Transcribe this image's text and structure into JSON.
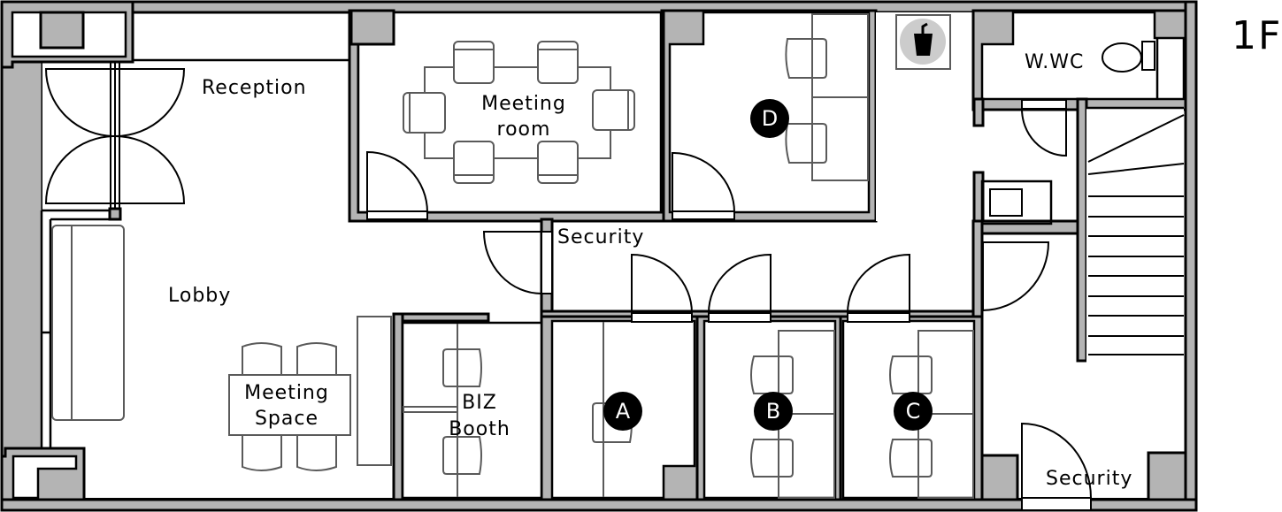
{
  "floor_label": "1F",
  "rooms": {
    "reception": "Reception",
    "meeting_room_line1": "Meeting",
    "meeting_room_line2": "room",
    "lobby": "Lobby",
    "meeting_space_line1": "Meeting",
    "meeting_space_line2": "Space",
    "biz_booth_line1": "BIZ",
    "biz_booth_line2": "Booth",
    "security_hall": "Security",
    "security_exit": "Security",
    "wwc": "W.WC"
  },
  "markers": [
    "A",
    "B",
    "C",
    "D"
  ],
  "icons": {
    "drink": "drink-cup-icon",
    "toilet": "toilet-icon",
    "stairs": "stairs-icon"
  }
}
